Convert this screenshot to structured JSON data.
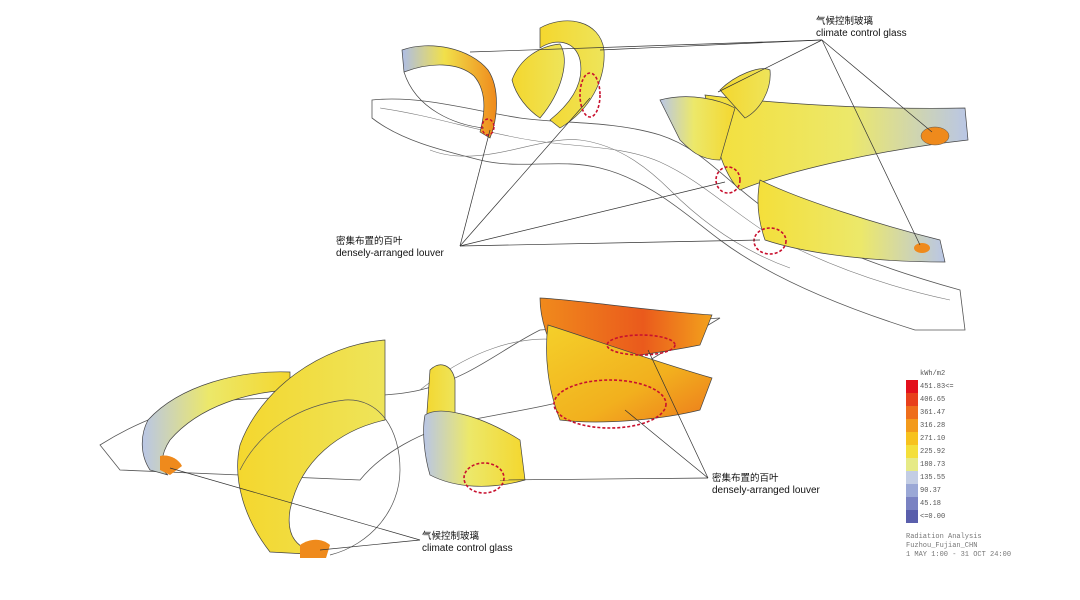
{
  "callouts": {
    "top_glass": {
      "zh": "气候控制玻璃",
      "en": "climate control glass"
    },
    "top_louver": {
      "zh": "密集布置的百叶",
      "en": "densely-arranged louver"
    },
    "bottom_louver": {
      "zh": "密集布置的百叶",
      "en": "densely-arranged louver"
    },
    "bottom_glass": {
      "zh": "气候控制玻璃",
      "en": "climate control glass"
    }
  },
  "legend": {
    "unit": "kWh/m2",
    "items": [
      {
        "label": "451.83<=",
        "color": "#e3101c"
      },
      {
        "label": "406.65",
        "color": "#e8401c"
      },
      {
        "label": "361.47",
        "color": "#ee6e1c"
      },
      {
        "label": "316.28",
        "color": "#f39a1c"
      },
      {
        "label": "271.10",
        "color": "#f7c21e"
      },
      {
        "label": "225.92",
        "color": "#f4df3a"
      },
      {
        "label": "180.73",
        "color": "#e6ea86"
      },
      {
        "label": "135.55",
        "color": "#c3cde4"
      },
      {
        "label": "90.37",
        "color": "#9ba8d6"
      },
      {
        "label": "45.18",
        "color": "#7a82c2"
      },
      {
        "label": "<=0.00",
        "color": "#5a5fac"
      }
    ],
    "footer": [
      "Radiation Analysis",
      "Fuzhou_Fujian_CHN",
      "1 MAY 1:00 - 31 OCT 24:00"
    ]
  },
  "colors": {
    "high": "#e3101c",
    "warm": "#f39a1c",
    "mid": "#f4df3a",
    "cool": "#c3cde4",
    "low": "#5a5fac",
    "highlight_ring": "#c8102e"
  }
}
